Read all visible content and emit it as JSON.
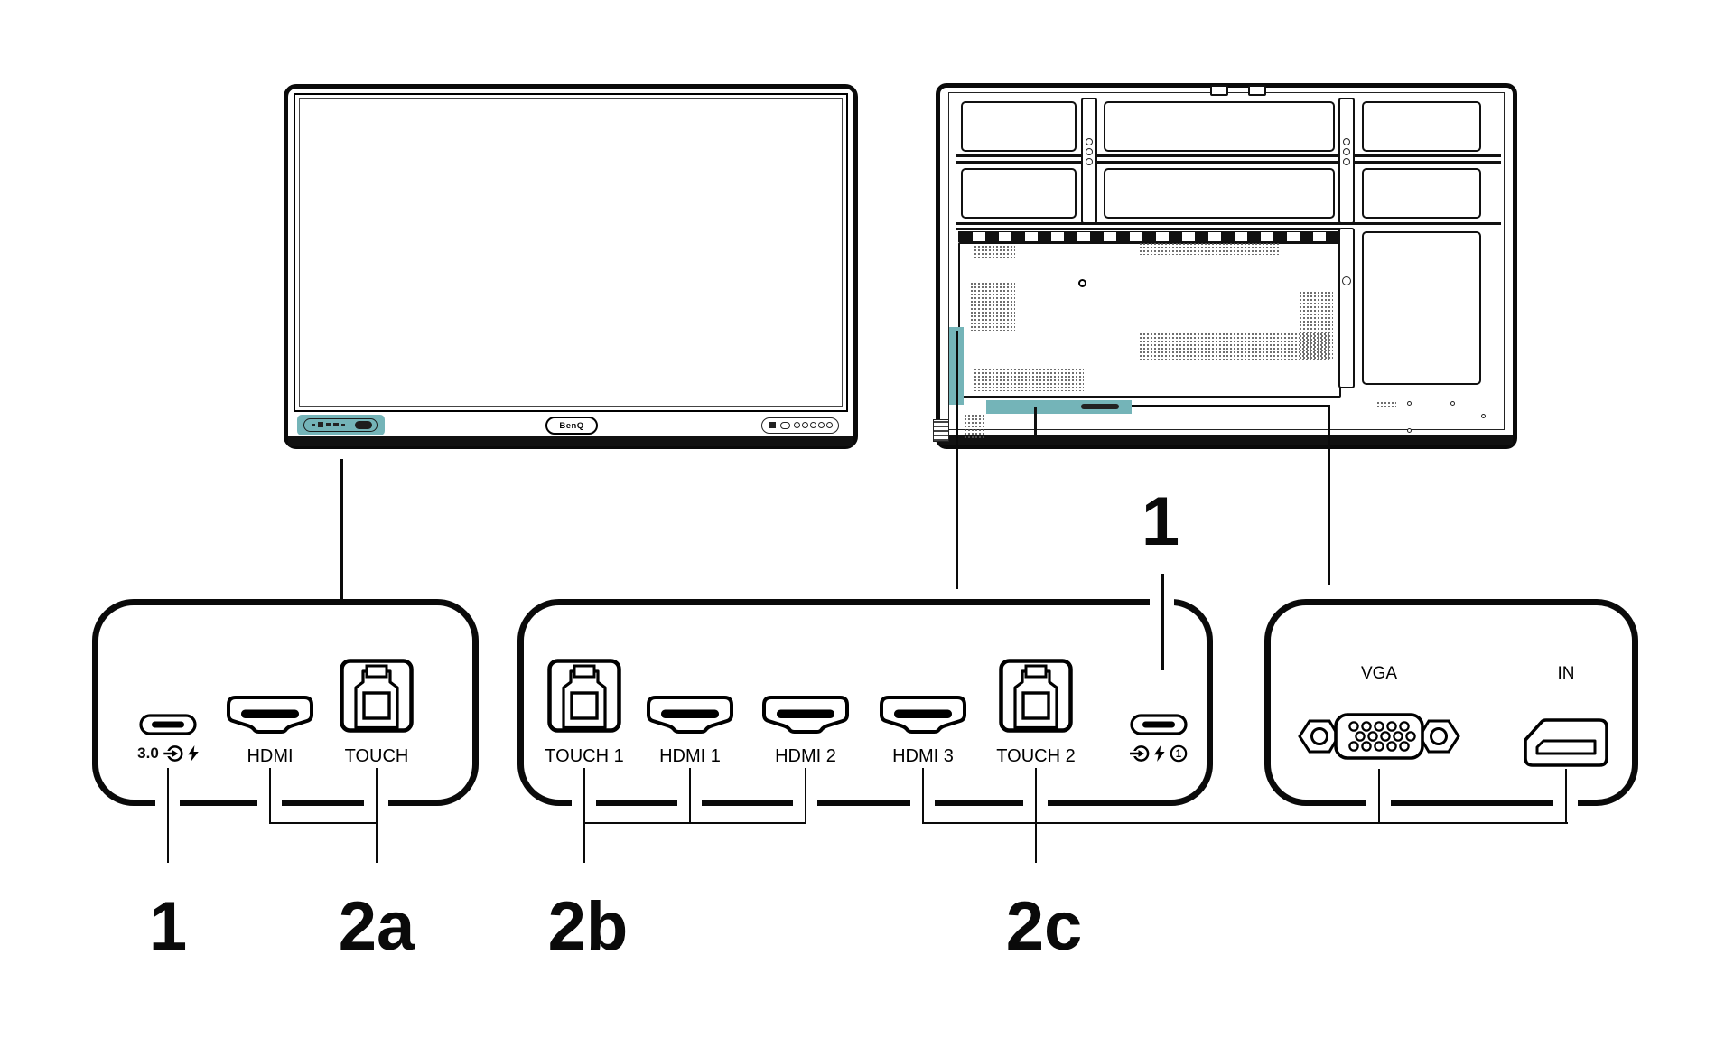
{
  "meta": {
    "background": "#ffffff",
    "ink": "#0a0a0a",
    "accent_teal": "#74b4b8",
    "description_icons": {
      "input_icon": "arrow-into-circle (signal input)",
      "lightning_icon": "power-delivery bolt",
      "circled_digit_icon": "digit in circle"
    }
  },
  "front_monitor": {
    "logo": "BenQ"
  },
  "back_monitor": {},
  "callout_top": {
    "label": "1"
  },
  "callouts_bottom": [
    {
      "label": "1"
    },
    {
      "label": "2a"
    },
    {
      "label": "2b"
    },
    {
      "label": "2c"
    }
  ],
  "left_panel": {
    "ports": [
      {
        "id": "usb-c",
        "label": "3.0",
        "icons": [
          "input-icon",
          "lightning-icon"
        ]
      },
      {
        "id": "hdmi",
        "label": "HDMI"
      },
      {
        "id": "touch-usb-b",
        "label": "TOUCH"
      }
    ]
  },
  "middle_panel": {
    "ports": [
      {
        "id": "touch-1-usb-b",
        "label": "TOUCH 1"
      },
      {
        "id": "hdmi-1",
        "label": "HDMI 1"
      },
      {
        "id": "hdmi-2",
        "label": "HDMI 2"
      },
      {
        "id": "hdmi-3",
        "label": "HDMI 3"
      },
      {
        "id": "touch-2-usb-b",
        "label": "TOUCH 2"
      },
      {
        "id": "usb-c",
        "icons": [
          "input-icon",
          "lightning-icon",
          "circled-1-icon"
        ],
        "circled_digit": "1"
      }
    ]
  },
  "right_panel": {
    "ports": [
      {
        "id": "vga",
        "label": "VGA"
      },
      {
        "id": "displayport-in",
        "label": "IN"
      }
    ]
  }
}
